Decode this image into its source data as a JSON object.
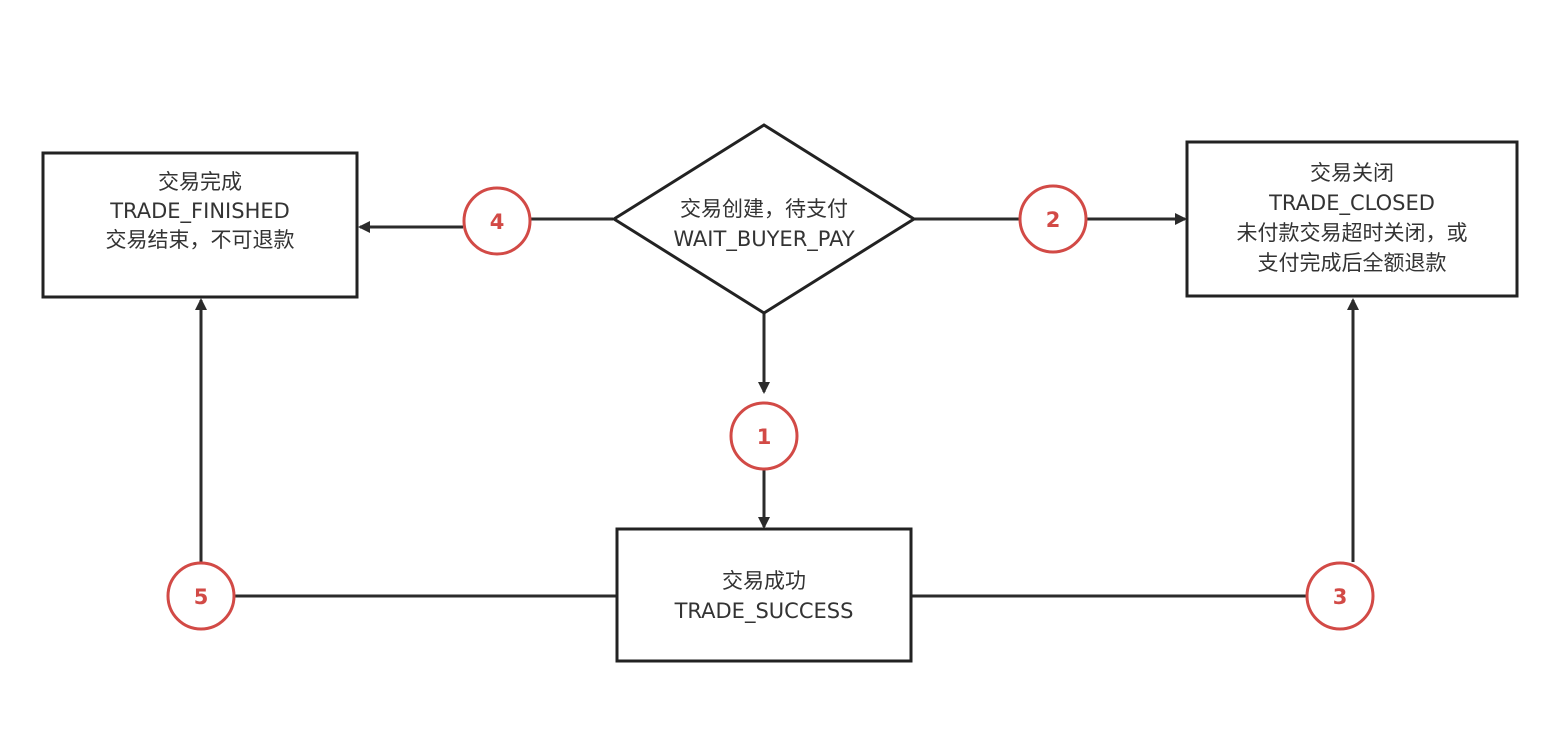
{
  "nodes": {
    "start": {
      "lines": [
        "交易创建，待支付",
        "WAIT_BUYER_PAY"
      ]
    },
    "finished": {
      "lines": [
        "交易完成",
        "TRADE_FINISHED",
        "交易结束，不可退款"
      ]
    },
    "closed": {
      "lines": [
        "交易关闭",
        "TRADE_CLOSED",
        "未付款交易超时关闭，或",
        "支付完成后全额退款"
      ]
    },
    "success": {
      "lines": [
        "交易成功",
        "TRADE_SUCCESS"
      ]
    }
  },
  "steps": [
    "1",
    "2",
    "3",
    "4",
    "5"
  ],
  "colors": {
    "line": "#2b2b2b",
    "box_stroke": "#222222",
    "step_stroke": "#d24a46",
    "step_text": "#d24a46",
    "text": "#333333",
    "background": "#ffffff"
  }
}
